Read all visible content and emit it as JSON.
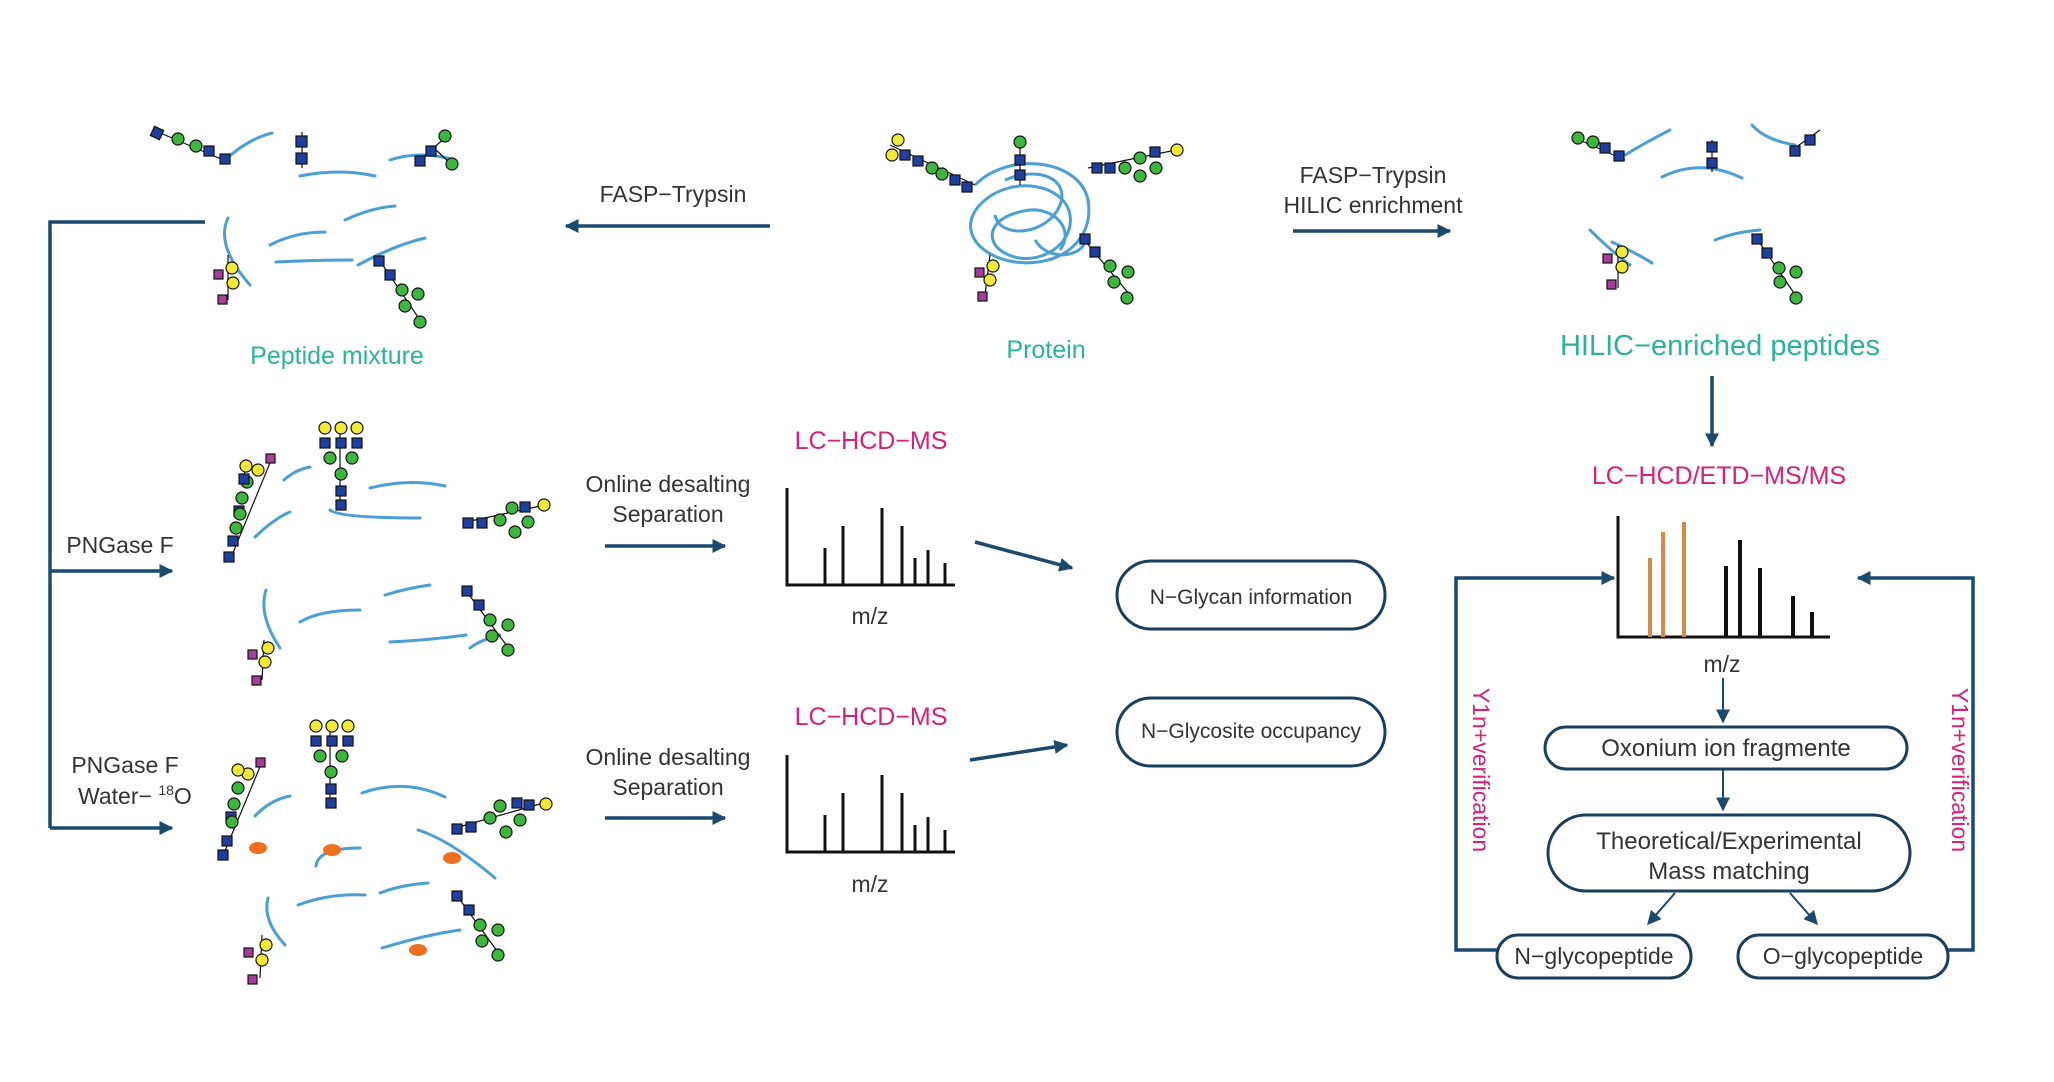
{
  "labels": {
    "fasp_trypsin_left": "FASP−Trypsin",
    "fasp_trypsin_right": "FASP−Trypsin",
    "hilic_enrichment": "HILIC enrichment",
    "peptide_mixture": "Peptide mixture",
    "protein": "Protein",
    "hilic_enriched_peptides": "HILIC−enriched peptides",
    "pngase_f_1": "PNGase F",
    "pngase_f_2": "PNGase F",
    "water_18o_prefix": "Water− ",
    "water_18o_sup": "18",
    "water_18o_suffix": "O",
    "online_desalting_1": "Online desalting",
    "separation_1": "Separation",
    "online_desalting_2": "Online desalting",
    "separation_2": "Separation",
    "lc_hcd_ms_1": "LC−HCD−MS",
    "lc_hcd_ms_2": "LC−HCD−MS",
    "lc_hcd_etd": "LC−HCD/ETD−MS/MS",
    "mz_1": "m/z",
    "mz_2": "m/z",
    "mz_3": "m/z",
    "n_glycan_info": "N−Glycan information",
    "n_glycosite_occupancy": "N−Glycosite occupancy",
    "oxonium": "Oxonium ion fragmente",
    "mass_matching_1": "Theoretical/Experimental",
    "mass_matching_2": "Mass matching",
    "n_glycopeptide": "N−glycopeptide",
    "o_glycopeptide": "O−glycopeptide",
    "y1n_left": "Y1n+verification",
    "y1n_right": "Y1n+verification"
  },
  "colors": {
    "arrow": "#1a4a6e",
    "teal": "#2bb39a",
    "magenta": "#d6207a",
    "peptide": "#4a9fd4",
    "glcnac": "#1f3fa0",
    "mannose": "#3cb63c",
    "galactose": "#f2e933",
    "sialic": "#a83b9c",
    "o18": "#ee6f1e",
    "peak_orange": "#d4894a",
    "peak_black": "#111111"
  }
}
